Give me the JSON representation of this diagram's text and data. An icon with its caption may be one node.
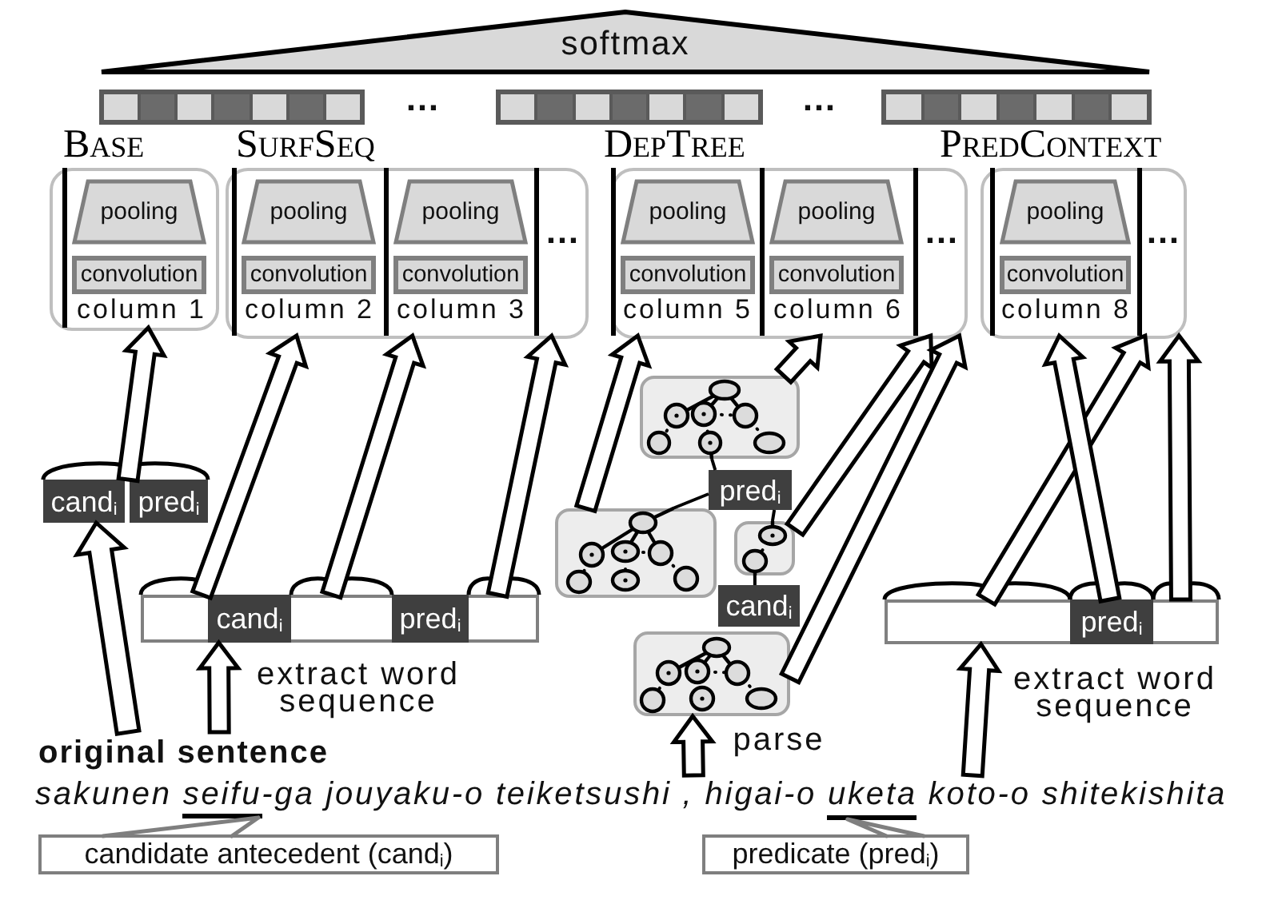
{
  "diagram": {
    "nodes": [
      {
        "text": [
          "softmax"
        ]
      },
      {
        "text": [],
        "shape": "bar"
      },
      {
        "text": [],
        "shape": "bar"
      },
      {
        "text": [],
        "shape": "bar"
      },
      {
        "text": [
          "Base"
        ]
      },
      {
        "text": [
          "column 1"
        ],
        "in": 4
      },
      {
        "text": [
          "pooling"
        ],
        "in": 5
      },
      {
        "text": [
          "convolution"
        ],
        "in": 5
      },
      {
        "text": [
          "SurfSeq"
        ]
      },
      {
        "text": [
          "column 2"
        ],
        "in": 8
      },
      {
        "text": [
          "pooling"
        ],
        "in": 9
      },
      {
        "text": [
          "convolution"
        ],
        "in": 9
      },
      {
        "text": [
          "column 3"
        ],
        "in": 8
      },
      {
        "text": [
          "pooling"
        ],
        "in": 12
      },
      {
        "text": [
          "convolution"
        ],
        "in": 12
      },
      {
        "text": [
          "…"
        ],
        "in": 8
      },
      {
        "text": [
          "DepTree"
        ]
      },
      {
        "text": [
          "column 5"
        ],
        "in": 16
      },
      {
        "text": [
          "pooling"
        ],
        "in": 17
      },
      {
        "text": [
          "convolution"
        ],
        "in": 17
      },
      {
        "text": [
          "column 6"
        ],
        "in": 16
      },
      {
        "text": [
          "pooling"
        ],
        "in": 20
      },
      {
        "text": [
          "convolution"
        ],
        "in": 20
      },
      {
        "text": [
          "…"
        ],
        "in": 16
      },
      {
        "text": [
          "PredContext"
        ]
      },
      {
        "text": [
          "column 8"
        ],
        "in": 24
      },
      {
        "text": [
          "pooling"
        ],
        "in": 25
      },
      {
        "text": [
          "convolution"
        ],
        "in": 25
      },
      {
        "text": [
          "…"
        ],
        "in": 24
      },
      {
        "text": [],
        "shape": "picture"
      },
      {
        "text": [
          "cand$_{i}$"
        ]
      },
      {
        "text": [
          "pred$_{i}$"
        ]
      },
      {
        "text": [
          "pred$_{i}$"
        ]
      },
      {
        "text": [],
        "shape": "picture"
      },
      {
        "text": [],
        "shape": "picture"
      },
      {
        "text": [
          "cand$_{i}$"
        ]
      },
      {
        "text": [],
        "shape": "box"
      },
      {
        "text": [
          "cand$_{i}$"
        ]
      },
      {
        "text": [],
        "shape": "box"
      },
      {
        "text": [
          "pred$_{i}$"
        ]
      },
      {
        "text": [],
        "shape": "box"
      },
      {
        "text": [],
        "shape": "box"
      },
      {
        "text": [
          "pred$_{i}$"
        ]
      },
      {
        "text": [],
        "shape": "box"
      },
      {
        "text": [],
        "shape": "picture"
      },
      {
        "text": [
          "original sentence"
        ]
      },
      {
        "text": [
          "sakunen seifu-ga jouyaku-o teiketsushi , higai-o uketa koto-o shitekishita"
        ]
      },
      {
        "text": [],
        "shape": "line",
        "in": 46
      },
      {
        "text": [],
        "shape": "line",
        "in": 46
      },
      {
        "text": [
          "candidate antecedent (cand$_{i}$)"
        ]
      },
      {
        "text": [
          "predicate (pred$_{i}$)"
        ]
      }
    ],
    "edges": [
      {
        "from": 30,
        "to": 5,
        "arrow": "to"
      },
      {
        "from": 31,
        "to": 5,
        "arrow": "to"
      },
      {
        "from": 36,
        "to": 9,
        "arrow": "to"
      },
      {
        "from": 38,
        "to": 12,
        "arrow": "to"
      },
      {
        "from": 40,
        "to": 15,
        "arrow": "to"
      },
      {
        "from": 29,
        "to": 20,
        "arrow": "to"
      },
      {
        "from": 33,
        "to": 17,
        "arrow": "to"
      },
      {
        "from": 34,
        "to": 23,
        "arrow": "to"
      },
      {
        "from": 44,
        "to": 23,
        "arrow": "to"
      },
      {
        "from": 41,
        "to": 28,
        "arrow": "to"
      },
      {
        "from": 42,
        "to": 25,
        "arrow": "to"
      },
      {
        "from": 43,
        "to": 28,
        "arrow": "to"
      },
      {
        "from": 29,
        "to": 32,
        "arrow": "none"
      },
      {
        "from": 32,
        "to": 33,
        "arrow": "none"
      },
      {
        "from": 32,
        "to": 34,
        "arrow": "none"
      },
      {
        "from": 34,
        "to": 35,
        "arrow": "none"
      },
      {
        "from": 45,
        "to": 30,
        "arrow": "to"
      },
      {
        "from": 45,
        "to": 37,
        "label": "extract word sequence",
        "arrow": "to"
      },
      {
        "from": 46,
        "to": 44,
        "label": "parse",
        "arrow": "to"
      },
      {
        "from": 46,
        "to": 41,
        "label": "extract word sequence",
        "arrow": "to"
      },
      {
        "from": 49,
        "to": 47,
        "arrow": "none",
        "color": "#7f7f7f"
      },
      {
        "from": 50,
        "to": 48,
        "arrow": "none",
        "color": "#7f7f7f"
      }
    ],
    "labels": [
      "…",
      "…"
    ]
  }
}
